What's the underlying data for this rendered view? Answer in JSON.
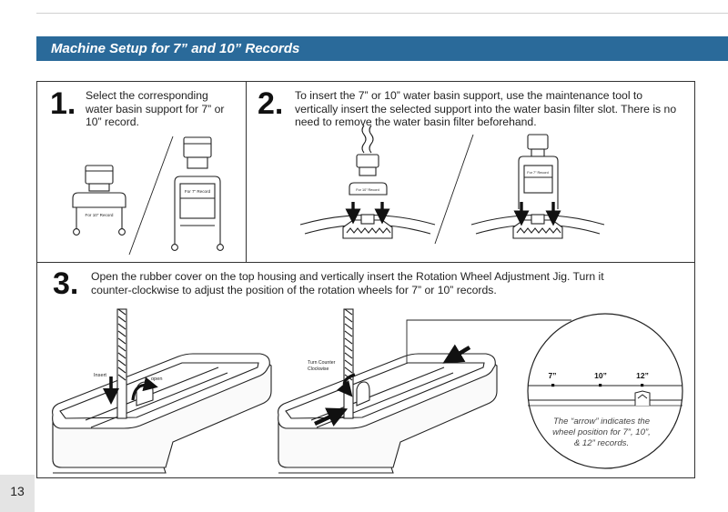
{
  "header": {
    "title": "Machine Setup for 7” and 10” Records"
  },
  "steps": [
    {
      "number": "1.",
      "text": "Select the corresponding water basin support for 7” or 10” record."
    },
    {
      "number": "2.",
      "text": "To insert the 7” or 10” water basin support, use the maintenance tool to vertically insert the selected support into the water basin filter slot. There is no need to remove the water basin filter beforehand."
    },
    {
      "number": "3.",
      "text": "Open the rubber cover on the top housing and vertically insert the Rotation Wheel Adjustment Jig. Turn it counter-clockwise to adjust the position of the rotation wheels for 7” or 10” records."
    }
  ],
  "figure_labels": {
    "support_10": "For 10” Record",
    "support_7": "For 7” Record",
    "insert": "Insert",
    "open": "open",
    "turn_line1": "Turn Counter",
    "turn_line2": "Clockwise",
    "pos_7": "7”",
    "pos_10": "10”",
    "pos_12": "12”",
    "note_line1": "The “arrow” indicates the",
    "note_line2": "wheel position for 7”, 10”,",
    "note_line3": "& 12” records."
  },
  "page": {
    "number": "13"
  },
  "colors": {
    "banner": "#2a6a9a",
    "page_tab": "#e4e4e4"
  }
}
